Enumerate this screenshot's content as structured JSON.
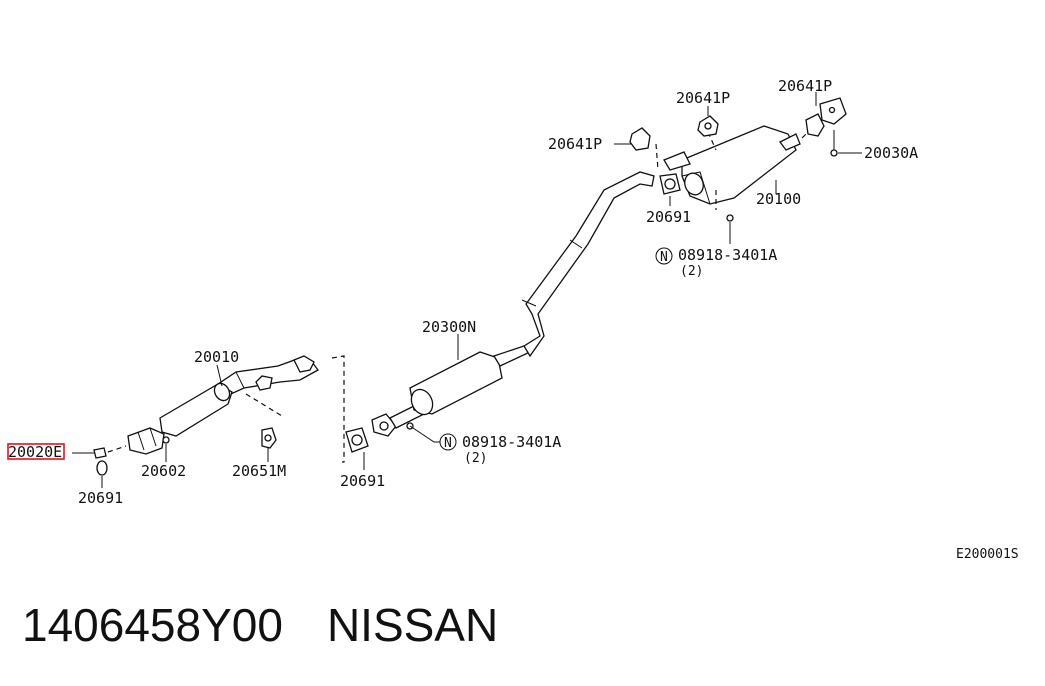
{
  "diagram": {
    "labels": {
      "front_tube": "20010",
      "center_muffler": "20300N",
      "main_muffler": "20100",
      "mount_left": "20641P",
      "mount_mid": "20641P",
      "mount_right": "20641P",
      "bolt_rear": "20030A",
      "gasket_rear": "20691",
      "gasket_center": "20691",
      "gasket_front": "20691",
      "spring_front": "20602",
      "mount_front": "20651M",
      "highlighted_part": "20020E",
      "nut_rear": "08918-3401A",
      "nut_rear_qty": "(2)",
      "nut_center": "08918-3401A",
      "nut_center_qty": "(2)",
      "nut_symbol": "N",
      "figure_code": "E200001S"
    },
    "highlight_color": "#e8101a"
  },
  "footer": {
    "part_number": "1406458Y00",
    "brand": "NISSAN"
  }
}
